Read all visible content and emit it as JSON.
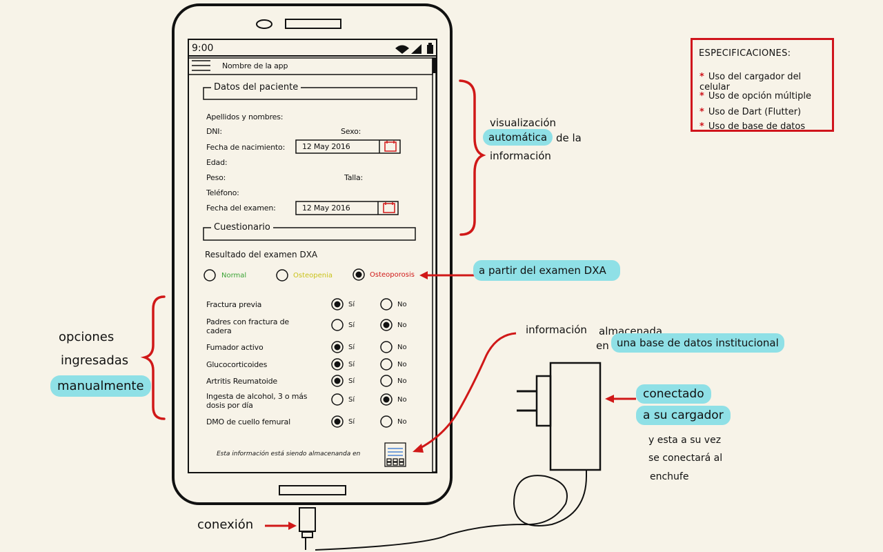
{
  "phone": {
    "status_time": "9:00",
    "app_name": "Nombre de la app",
    "section_patient": "Datos del paciente",
    "fields": {
      "names": "Apellidos y nombres:",
      "dni": "DNI:",
      "sex": "Sexo:",
      "birth_date": "Fecha de nacimiento:",
      "age": "Edad:",
      "weight": "Peso:",
      "height": "Talla:",
      "phone": "Teléfono:",
      "exam_date": "Fecha del examen:"
    },
    "birth_date_value": "12 May 2016",
    "exam_date_value": "12 May 2016",
    "section_questionnaire": "Cuestionario",
    "dxa_label": "Resultado del examen DXA",
    "dxa_options": [
      {
        "label": "Normal",
        "color": "#3aa335",
        "selected": false
      },
      {
        "label": "Osteopenia",
        "color": "#c9c21a",
        "selected": false
      },
      {
        "label": "Osteoporosis",
        "color": "#d01818",
        "selected": true
      }
    ],
    "yes_label": "Sí",
    "no_label": "No",
    "questions": [
      {
        "label": "Fractura previa",
        "answer": "yes"
      },
      {
        "label": "Padres con fractura de cadera",
        "answer": "no"
      },
      {
        "label": "Fumador activo",
        "answer": "yes"
      },
      {
        "label": "Glucocorticoides",
        "answer": "yes"
      },
      {
        "label": "Artritis Reumatoide",
        "answer": "yes"
      },
      {
        "label": "Ingesta de alcohol, 3 o más dosis por día",
        "answer": "no"
      },
      {
        "label": "DMO de cuello femural",
        "answer": "yes"
      }
    ],
    "footer_text": "Esta información está siendo almacenanda en"
  },
  "annotations": {
    "auto_1": "visualización",
    "auto_2": "automática",
    "auto_3": "de la",
    "auto_4": "información",
    "dxa_note": "a partir del examen DXA",
    "manual_1": "opciones",
    "manual_2": "ingresadas",
    "manual_3": "manualmente",
    "stored_1": "información",
    "stored_2": "almacenada",
    "stored_3": "en",
    "stored_4": "una base de datos institucional",
    "charger_1": "conectado",
    "charger_2": "a su cargador",
    "charger_3": "y esta a su vez",
    "charger_4": "se conectará al",
    "charger_5": "enchufe",
    "connection": "conexión"
  },
  "specs": {
    "title": "ESPECIFICACIONES:",
    "items": [
      "Uso del cargador del celular",
      "Uso de opción múltiple",
      "Uso de Dart (Flutter)",
      "Uso de base de datos"
    ]
  },
  "colors": {
    "ink": "#111111",
    "red": "#d01818",
    "highlight": "#8fe0e6",
    "paper": "#f7f3e8"
  }
}
